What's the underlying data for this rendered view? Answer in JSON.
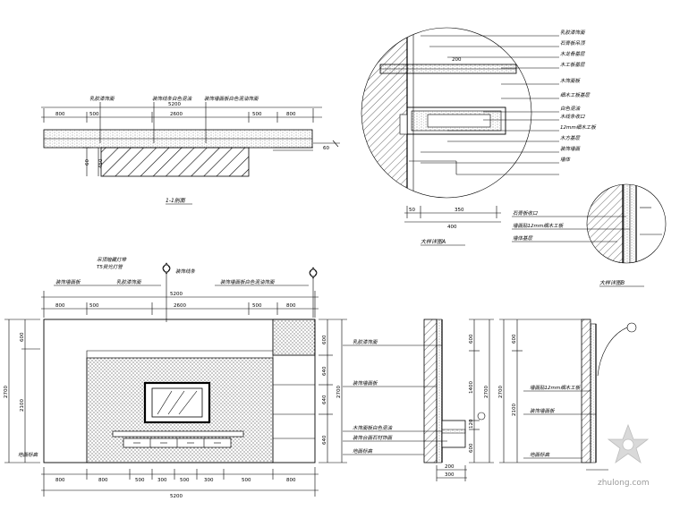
{
  "plan_section": {
    "dims_top": [
      "800",
      "500",
      "2600",
      "500",
      "800"
    ],
    "dim_total": "5200",
    "callouts": [
      "乳胶漆饰面",
      "装饰线条白色混油",
      "装饰墙面板白色混油饰面"
    ],
    "label": "1-1剖面"
  },
  "detail_a": {
    "dim_inner": "200",
    "dims_bottom": [
      "50",
      "350"
    ],
    "dim_total": "400",
    "callouts": [
      "乳胶漆饰面",
      "石膏板吊顶",
      "木龙骨基层",
      "木工板基层",
      "木饰面板",
      "细木工板基层",
      "白色混油",
      "木线条收口",
      "12mm细木工板",
      "木方基层",
      "装饰墙面",
      "墙体"
    ],
    "label": "大样详图A"
  },
  "detail_b": {
    "callouts": [
      "石膏板收口",
      "墙面贴12mm细木工板",
      "墙体基层"
    ],
    "label": "大样详图B"
  },
  "front_elevation": {
    "callouts": [
      "装饰墙面板",
      "乳胶漆饰面",
      "装饰线条",
      "装饰墙面板白色混油饰面"
    ],
    "dims_top": [
      "800",
      "500",
      "2600",
      "500",
      "800"
    ],
    "dim_total_top": "5200",
    "dims_bottom": [
      "800",
      "800",
      "500",
      "300",
      "500",
      "300",
      "500",
      "800"
    ],
    "dim_total_bottom": "5200",
    "dims_left": [
      "600",
      "2100"
    ],
    "dim_total_left": "2700",
    "dims_right": [
      "600",
      "640",
      "640",
      "640"
    ],
    "dim_total_right": "2700",
    "bottom_left_label": "地面标高"
  },
  "side_section_1": {
    "dims_right": [
      "600",
      "1400",
      "120",
      "600"
    ],
    "dim_total_right": "2700",
    "dims_bottom": [
      "200",
      "300"
    ],
    "callouts": [
      "乳胶漆饰面",
      "装饰墙面板",
      "木饰面板白色混油",
      "装饰台面石材饰面",
      "地面标高"
    ]
  },
  "side_section_2": {
    "dims_left": [
      "600",
      "2100"
    ],
    "dim_total_left": "2700",
    "callouts": [
      "墙面贴12mm细木工板",
      "装饰墙面板",
      "地面标高"
    ]
  },
  "watermark": "zhulong.com"
}
